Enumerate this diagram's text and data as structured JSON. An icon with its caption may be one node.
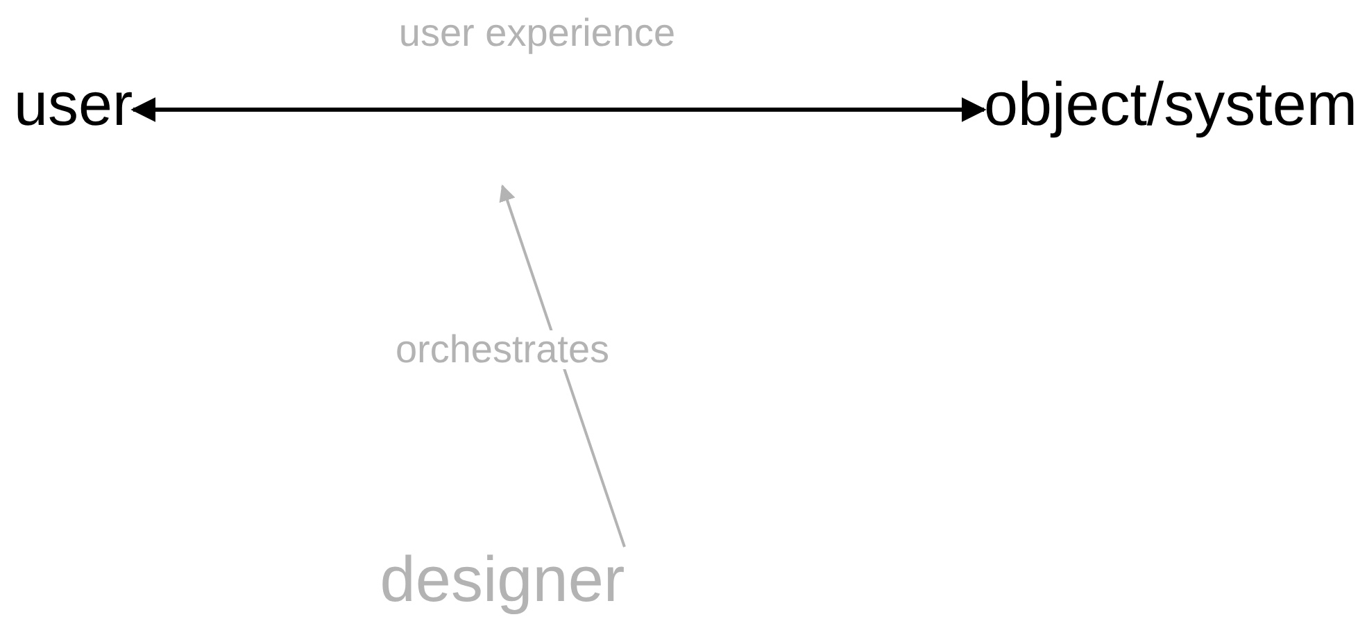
{
  "diagram": {
    "nodes": [
      {
        "text": [
          "user"
        ]
      },
      {
        "text": [
          "object/system"
        ]
      },
      {
        "text": [
          "designer"
        ]
      }
    ],
    "edges": [
      {
        "from": 0,
        "to": 1,
        "arrow": "both",
        "label": "user experience"
      },
      {
        "from": 2,
        "to": null,
        "arrow": "to",
        "label": "orchestrates",
        "color": "#b3b3b3"
      }
    ]
  }
}
